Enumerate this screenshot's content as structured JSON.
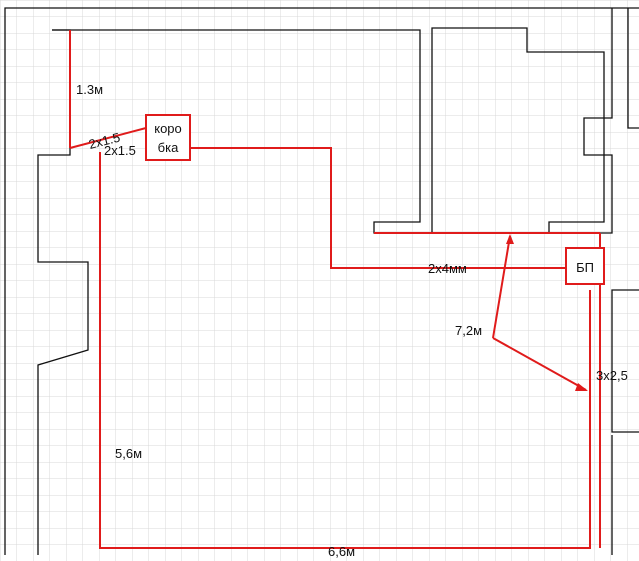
{
  "colors": {
    "grid": "#d9d9d9",
    "walls": "#111111",
    "wiring": "#e01b1b",
    "background": "#ffffff"
  },
  "labels": {
    "riser_length": "1.3м",
    "cable_rotated": "2х1.5",
    "cable_to_box": "2х1.5",
    "junction_box_line1": "коро",
    "junction_box_line2": "бка",
    "cable_to_psu": "2х4мм",
    "psu": "БП",
    "callout_length": "7,2м",
    "cable_right": "3х2,5",
    "left_run_length": "5,6м",
    "bottom_run_length": "6,6м"
  }
}
